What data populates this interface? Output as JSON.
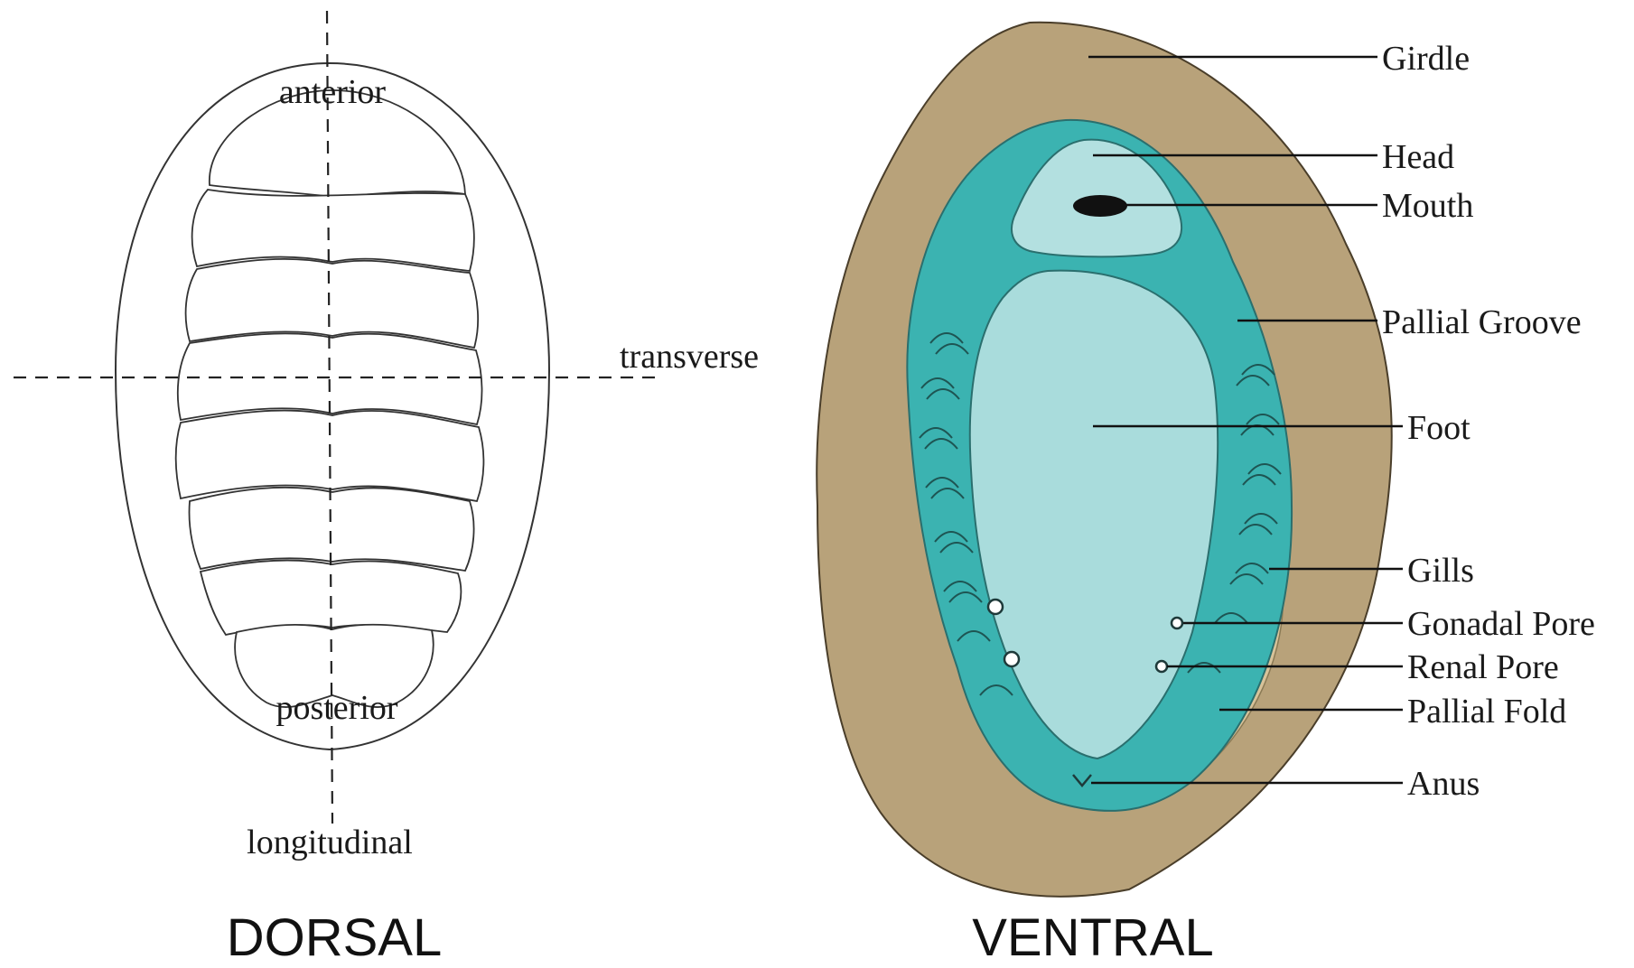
{
  "dorsal": {
    "title": "DORSAL",
    "axis_labels": {
      "anterior": "anterior",
      "posterior": "posterior",
      "transverse": "transverse",
      "longitudinal": "longitudinal"
    }
  },
  "ventral": {
    "title": "VENTRAL",
    "labels": {
      "girdle": "Girdle",
      "head": "Head",
      "mouth": "Mouth",
      "pallial_groove": "Pallial Groove",
      "foot": "Foot",
      "gills": "Gills",
      "gonadal_pore": "Gonadal Pore",
      "renal_pore": "Renal Pore",
      "pallial_fold": "Pallial Fold",
      "anus": "Anus"
    }
  },
  "colors": {
    "girdle": "#b8a27a",
    "pallial_groove": "#3bb3b1",
    "foot": "#a9dcdc",
    "head": "#b3e0e0",
    "pallial_fold": "#d8c39a",
    "outline": "#333333"
  }
}
